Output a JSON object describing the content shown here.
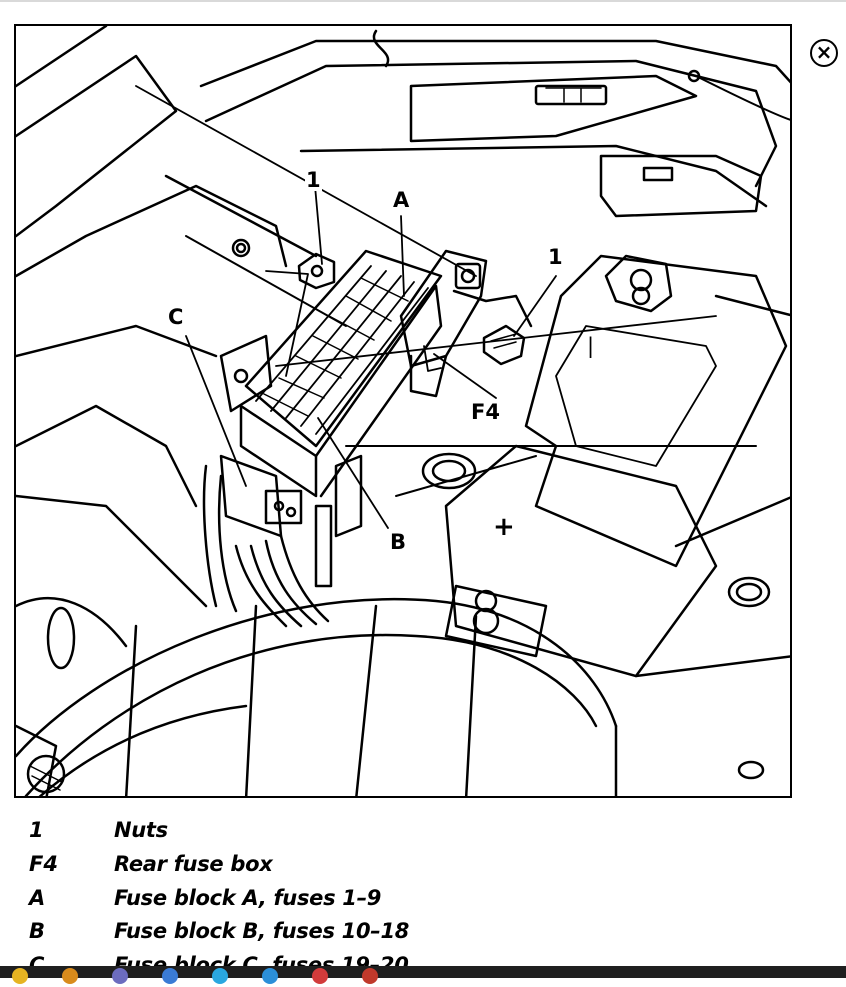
{
  "callouts": {
    "nut_left": "1",
    "block_a": "A",
    "nut_right": "1",
    "block_c": "C",
    "rear_box": "F4",
    "block_b": "B",
    "battery_minus": "|",
    "battery_plus": "+"
  },
  "legend": [
    {
      "key": "1",
      "desc": "Nuts"
    },
    {
      "key": "F4",
      "desc": "Rear fuse box"
    },
    {
      "key": "A",
      "desc": "Fuse block A, fuses 1–9"
    },
    {
      "key": "B",
      "desc": "Fuse block B, fuses 10–18"
    },
    {
      "key": "C",
      "desc": "Fuse block C, fuses 19–20"
    }
  ],
  "controls": {
    "close_icon": "close-icon"
  },
  "colors": {
    "ink": "#000000",
    "paper": "#ffffff",
    "taskbar": "#1f1f1f"
  }
}
